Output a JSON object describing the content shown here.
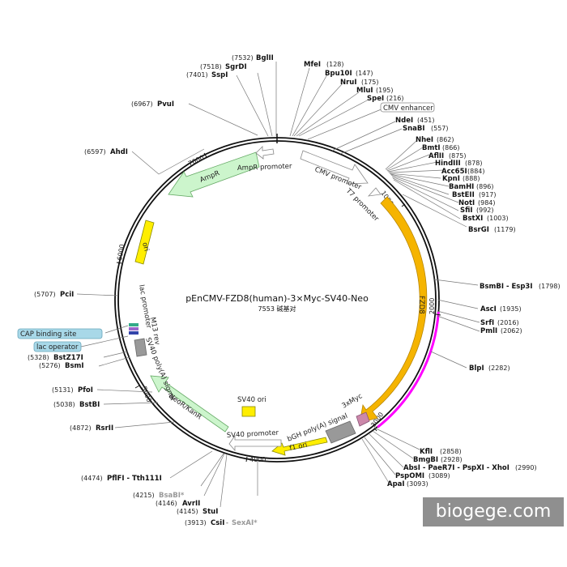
{
  "map": {
    "name": "pEnCMV-FZD8(human)-3×Myc-SV40-Neo",
    "size": "7553 碱基对"
  },
  "watermark": "biogege.com",
  "ticks": [
    "1000",
    "2000",
    "3000",
    "4000",
    "5000",
    "6000",
    "7000"
  ],
  "sites": [
    {
      "name": "BglII",
      "pos": "(7532)"
    },
    {
      "name": "SgrDI",
      "pos": "(7518)"
    },
    {
      "name": "SspI",
      "pos": "(7401)"
    },
    {
      "name": "PvuI",
      "pos": "(6967)"
    },
    {
      "name": "AhdI",
      "pos": "(6597)"
    },
    {
      "name": "MfeI",
      "pos": "(128)"
    },
    {
      "name": "Bpu10I",
      "pos": "(147)"
    },
    {
      "name": "NruI",
      "pos": "(175)"
    },
    {
      "name": "MluI",
      "pos": "(195)"
    },
    {
      "name": "SpeI",
      "pos": "(216)"
    },
    {
      "name": "NdeI",
      "pos": "(451)"
    },
    {
      "name": "SnaBI",
      "pos": "(557)"
    },
    {
      "name": "NheI",
      "pos": "(862)"
    },
    {
      "name": "BmtI",
      "pos": "(866)"
    },
    {
      "name": "AflII",
      "pos": "(875)"
    },
    {
      "name": "HindIII",
      "pos": "(878)"
    },
    {
      "name": "Acc65I",
      "pos": "(884)"
    },
    {
      "name": "KpnI",
      "pos": "(888)"
    },
    {
      "name": "BamHI",
      "pos": "(896)"
    },
    {
      "name": "BstEII",
      "pos": "(917)"
    },
    {
      "name": "NotI",
      "pos": "(984)"
    },
    {
      "name": "SfiI",
      "pos": "(992)"
    },
    {
      "name": "BstXI",
      "pos": "(1003)"
    },
    {
      "name": "BsrGI",
      "pos": "(1179)"
    },
    {
      "name": "BsmBI - Esp3I",
      "pos": "(1798)"
    },
    {
      "name": "AscI",
      "pos": "(1935)"
    },
    {
      "name": "SrfI",
      "pos": "(2016)"
    },
    {
      "name": "PmlI",
      "pos": "(2062)"
    },
    {
      "name": "BlpI",
      "pos": "(2282)"
    },
    {
      "name": "KflI",
      "pos": "(2858)"
    },
    {
      "name": "BmgBI",
      "pos": "(2928)"
    },
    {
      "name": "AbsI - PaeR7I - PspXI - XhoI",
      "pos": "(2990)"
    },
    {
      "name": "PspOMI",
      "pos": "(3089)"
    },
    {
      "name": "ApaI",
      "pos": "(3093)"
    },
    {
      "name": "PciI",
      "pos": "(5707)"
    },
    {
      "name": "BstZ17I",
      "pos": "(5328)"
    },
    {
      "name": "BsmI",
      "pos": "(5276)"
    },
    {
      "name": "PfoI",
      "pos": "(5131)"
    },
    {
      "name": "BstBI",
      "pos": "(5038)"
    },
    {
      "name": "RsrII",
      "pos": "(4872)"
    },
    {
      "name": "PflFI - Tth111I",
      "pos": "(4474)"
    },
    {
      "name": "BsaBI*",
      "pos": "(4215)"
    },
    {
      "name": "AvrII",
      "pos": "(4146)"
    },
    {
      "name": "StuI",
      "pos": "(4145)"
    },
    {
      "name": "CsiI",
      "pos": "(3913)"
    },
    {
      "name": "SexAI*",
      "pos": "(3913)"
    }
  ],
  "features": {
    "cmv_enhancer": "CMV enhancer",
    "cmv_promoter": "CMV promoter",
    "t7_promoter": "T7 promoter",
    "fzd8": "FZD8",
    "myc": "3xMyc",
    "bgh": "bGH poly(A) signal",
    "f1_ori": "f1 ori",
    "sv40_promoter": "SV40 promoter",
    "sv40_ori": "SV40 ori",
    "neor": "NeoR/KanR",
    "sv40_polya": "SV40 poly(A) signal",
    "m13_rev": "M13 rev",
    "lac_operator": "lac operator",
    "lac_promoter": "lac promoter",
    "cap_binding_site": "CAP binding site",
    "ori": "ori",
    "ampr": "AmpR",
    "ampr_promoter": "AmpR promoter"
  },
  "colors": {
    "backbone": "#111111",
    "fzd8": "#f5b400",
    "myc": "#cc88aa",
    "magenta": "#ff00ff",
    "f1_ori": "#ffee00",
    "ori": "#ffee00",
    "sv40_ori": "#ffee00",
    "ampr": "#ccf5cc",
    "neor": "#ccf5cc",
    "promoter": "#ffffff",
    "polya": "#999999",
    "lac_operator": "#33aa88",
    "cap": "#9966cc",
    "tag": "#a8d8e8"
  }
}
